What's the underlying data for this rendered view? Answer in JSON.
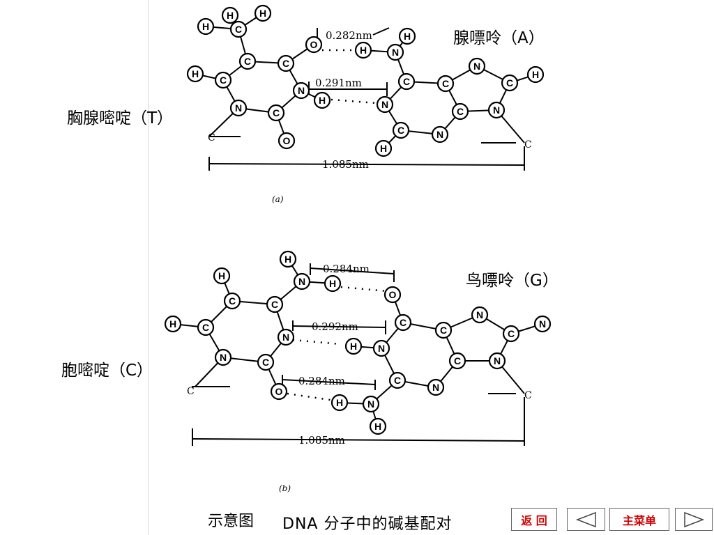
{
  "panel_a": {
    "label_left": "胸腺嘧啶（T）",
    "label_right": "腺嘌呤（A）",
    "bond1": "0.282nm",
    "bond2": "0.291nm",
    "distance": "1.085nm",
    "sublabel": "(a)"
  },
  "panel_b": {
    "label_left": "胞嘧啶（C）",
    "label_right": "鸟嘌呤（G）",
    "bond1": "0.284nm",
    "bond2": "0.292nm",
    "bond3": "0.284nm",
    "distance": "1.085nm",
    "sublabel": "(b)"
  },
  "caption": {
    "left": "示意图",
    "right": "DNA 分子中的碱基配对"
  },
  "nav": {
    "back": "返 回",
    "prev_icon": "triangle-left-icon",
    "main_menu": "主菜单",
    "next_icon": "triangle-right-icon"
  }
}
